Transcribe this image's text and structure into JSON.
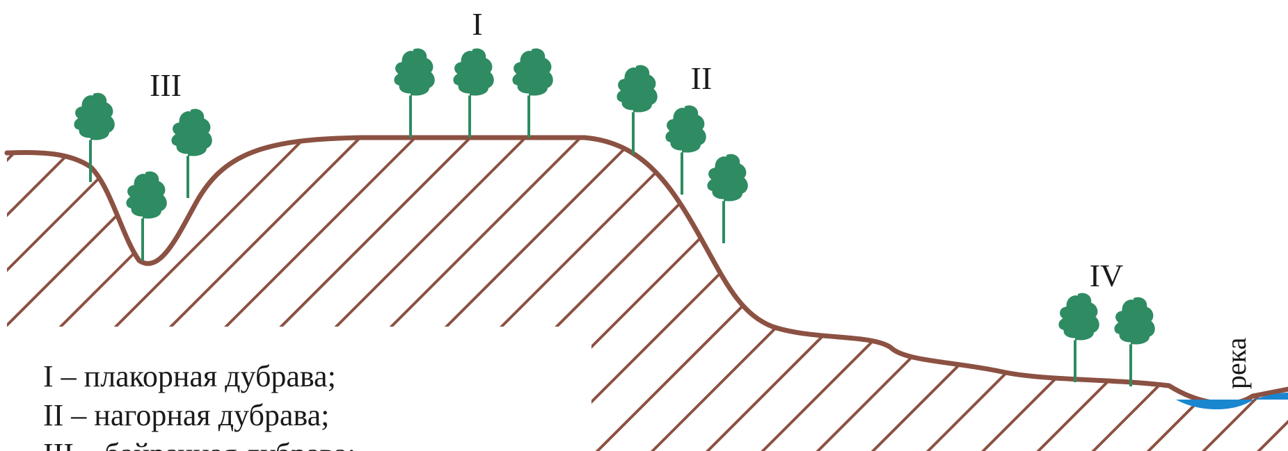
{
  "zones": {
    "I": "I",
    "II": "II",
    "III": "III",
    "IV": "IV"
  },
  "river_label": "река",
  "legend": [
    "I – плакорная дубрава;",
    "II – нагорная дубрава;",
    "III – байрачная дубрава;"
  ],
  "colors": {
    "ground_outline": "#8b5142",
    "hatch": "#8b5142",
    "tree_crown": "#2e8b62",
    "water": "#1a86cf",
    "text": "#1a1a1a",
    "background": "#ffffff"
  },
  "icons": {
    "tree": "deciduous-tree-icon"
  }
}
